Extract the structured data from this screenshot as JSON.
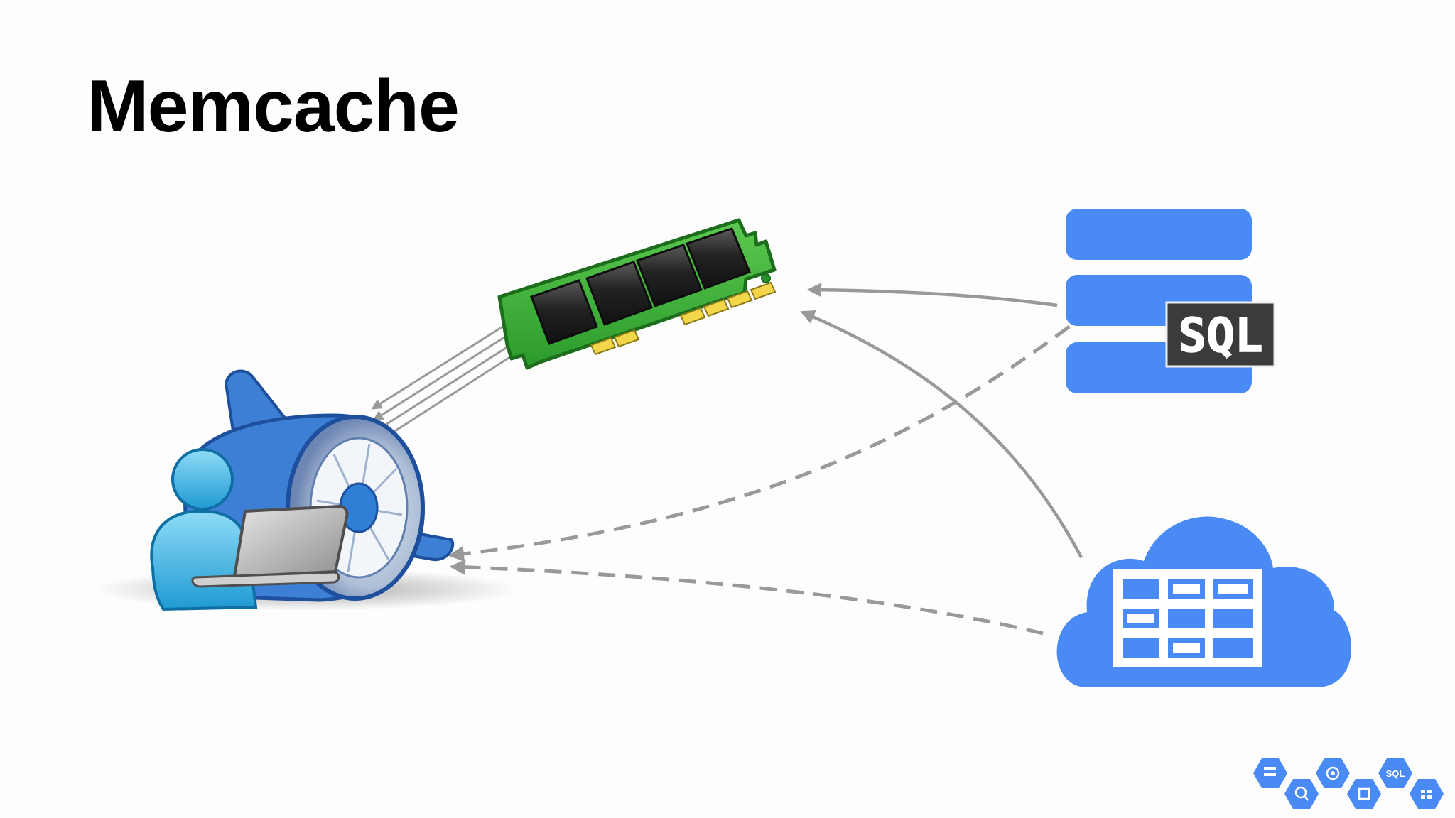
{
  "slide": {
    "title": "Memcache"
  },
  "colors": {
    "background": "#fdfdfd",
    "title": "#000000",
    "arrow": "#999999",
    "google_blue": "#4a8af4",
    "memory_board_green": "#3aa53a",
    "memory_chip": "#2b2b2b",
    "memory_contacts": "#f3d64a",
    "app_engine_blue": "#2f7fd6",
    "sql_badge": "#3b3b3b"
  },
  "icons": {
    "app_engine": "app-engine-user-icon",
    "memcache": "memory-module-icon",
    "cloud_sql": "cloud-sql-icon",
    "cloud_datastore": "cloud-datastore-icon",
    "footer_logo": "google-cloud-platform-hexagons-icon"
  },
  "labels": {
    "sql_badge": "SQL",
    "footer_sql": "SQL"
  },
  "connections": [
    {
      "from": "app-engine",
      "to": "memcache",
      "style": "solid",
      "count": 4,
      "direction": "bidirectional"
    },
    {
      "from": "cloud-sql",
      "to": "memcache",
      "style": "solid",
      "direction": "to-memcache"
    },
    {
      "from": "cloud-datastore",
      "to": "memcache",
      "style": "solid",
      "direction": "to-memcache"
    },
    {
      "from": "cloud-sql",
      "to": "app-engine",
      "style": "dashed",
      "direction": "to-app-engine"
    },
    {
      "from": "cloud-datastore",
      "to": "app-engine",
      "style": "dashed",
      "direction": "to-app-engine"
    }
  ]
}
